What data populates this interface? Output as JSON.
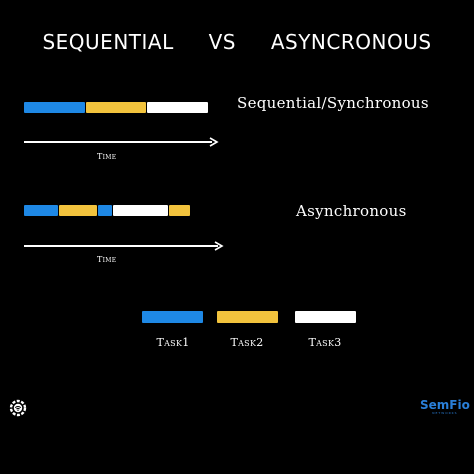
{
  "title": {
    "left": "SEQUENTIAL",
    "middle": "VS",
    "right": "ASYNCRONOUS"
  },
  "sequential": {
    "label": "Sequential/Synchronous",
    "time_label": "Time",
    "segments": [
      "task1",
      "task2",
      "task3"
    ]
  },
  "asynchronous": {
    "label": "Asynchronous",
    "time_label": "Time",
    "segments": [
      "task1",
      "task2",
      "task1",
      "task3",
      "task2"
    ]
  },
  "legend": [
    {
      "key": "task1",
      "label": "Task1",
      "color": "#1e88e5"
    },
    {
      "key": "task2",
      "label": "Task2",
      "color": "#f2c33d"
    },
    {
      "key": "task3",
      "label": "Task3",
      "color": "#ffffff"
    }
  ],
  "logo": {
    "brand": "SemFio",
    "tagline": "NETWORKS",
    "left_icon": "gear-wifi-icon"
  }
}
